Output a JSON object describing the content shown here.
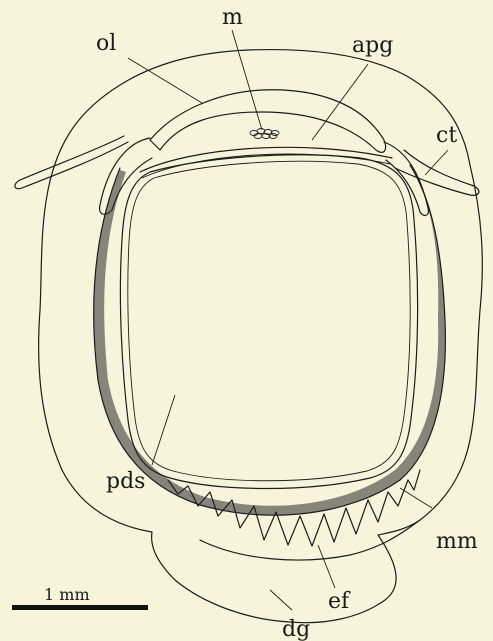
{
  "labels": {
    "m": "m",
    "ol": "ol",
    "apg": "apg",
    "ct": "ct",
    "pds": "pds",
    "mm": "mm",
    "ef": "ef",
    "dg": "dg"
  },
  "scale_bar": {
    "label": "1 mm"
  },
  "colors": {
    "background": "#f8f4dc",
    "ink": "#1c1c1c"
  }
}
